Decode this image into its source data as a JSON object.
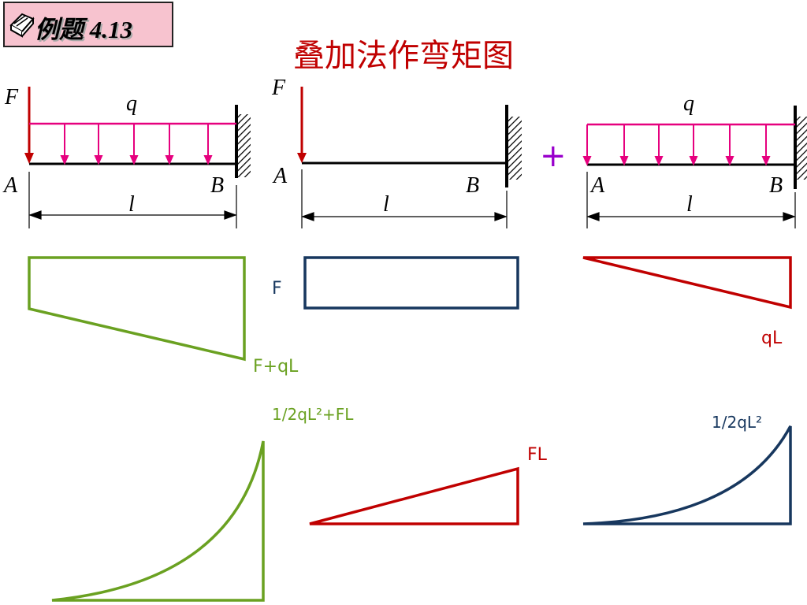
{
  "header": {
    "badge_text": "例题 4.13",
    "title": "叠加法作弯矩图"
  },
  "beams": {
    "combined": {
      "force": "F",
      "load": "q",
      "left_end": "A",
      "right_end": "B",
      "length": "l"
    },
    "point_load": {
      "force": "F",
      "left_end": "A",
      "right_end": "B",
      "length": "l"
    },
    "distributed": {
      "load": "q",
      "left_end": "A",
      "right_end": "B",
      "length": "l"
    },
    "operator": "+"
  },
  "shear_diagrams": {
    "combined_value": "F+qL",
    "point_value": "F",
    "distributed_value": "qL"
  },
  "moment_diagrams": {
    "combined_value": "1/2qL²+FL",
    "point_value": "FL",
    "distributed_value": "1/2qL²"
  },
  "colors": {
    "badge_bg": "#f7c3cf",
    "title": "#c00000",
    "force_arrow": "#c00000",
    "load_arrow": "#e6007e",
    "combined": "#6aa121",
    "point": "#17375e",
    "distributed": "#c00000",
    "plus": "#9900cc"
  }
}
